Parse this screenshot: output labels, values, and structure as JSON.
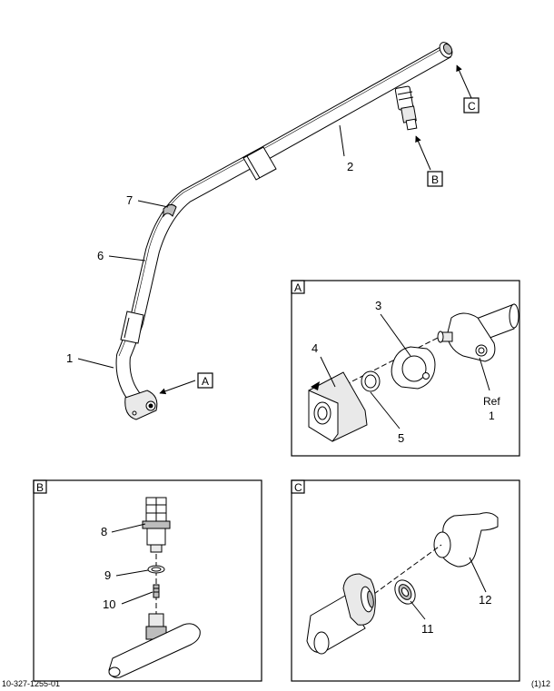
{
  "callouts": {
    "c1": "1",
    "c2": "2",
    "c3": "3",
    "c4": "4",
    "c5": "5",
    "c6": "6",
    "c7": "7",
    "c8": "8",
    "c9": "9",
    "c10": "10",
    "c11": "11",
    "c12": "12",
    "ref_word": "Ref",
    "ref_num": "1"
  },
  "view_labels": {
    "a": "A",
    "b": "B",
    "c": "C"
  },
  "footer": {
    "left": "10-327-1255-01",
    "right": "(1)12"
  }
}
